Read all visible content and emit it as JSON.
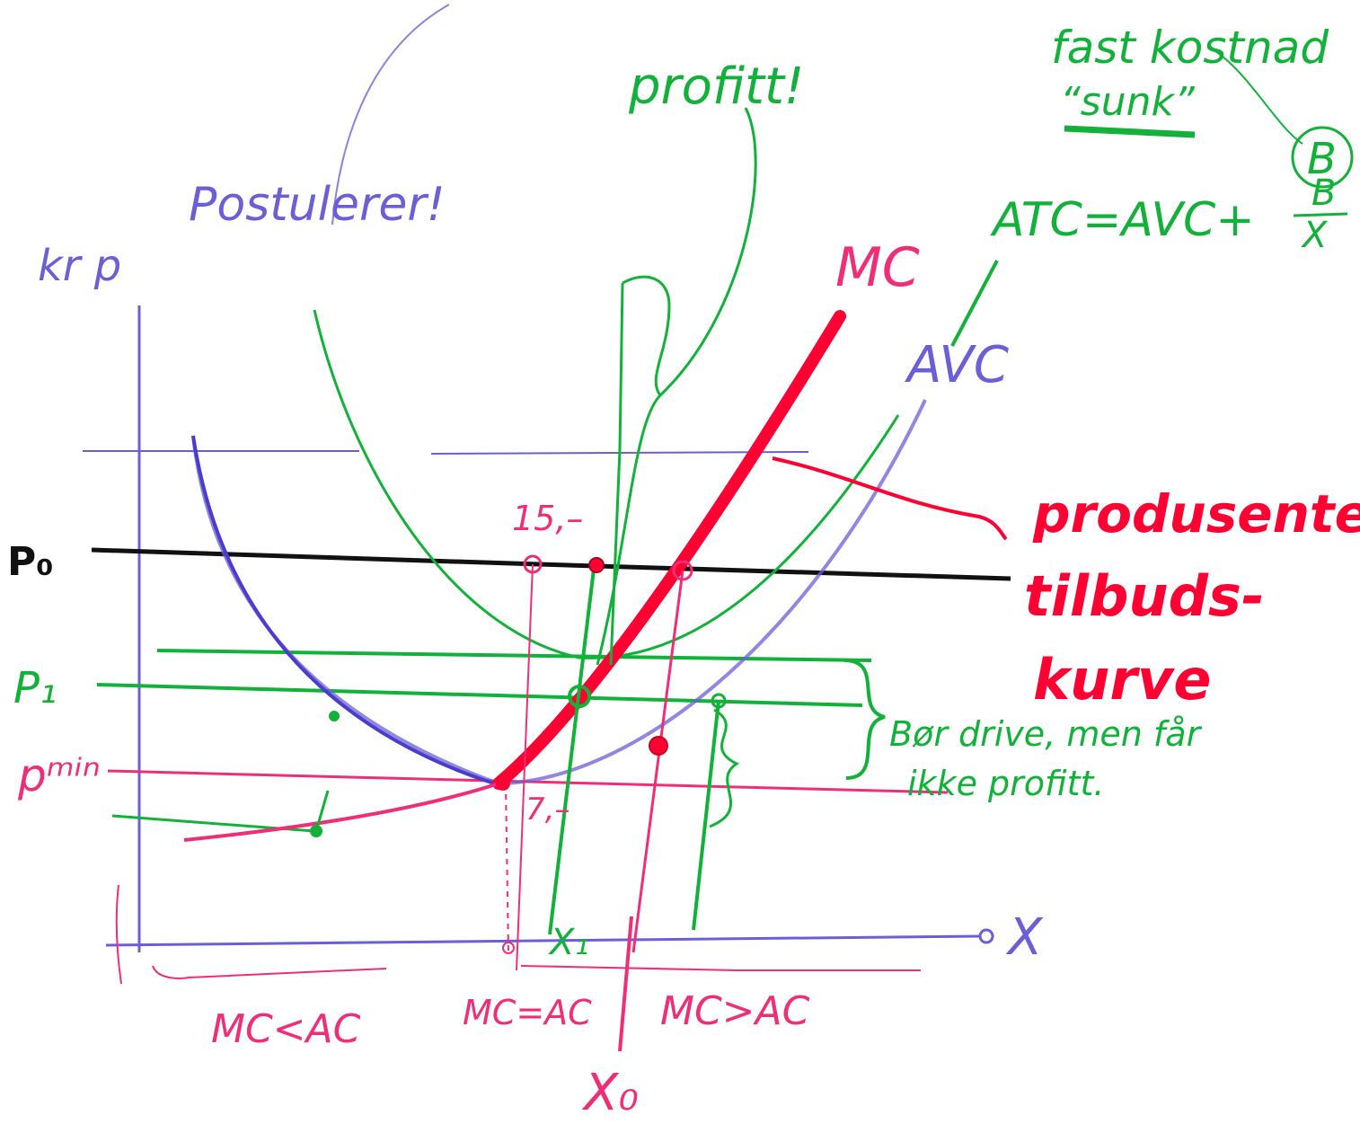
{
  "annotations": {
    "postulerer": "Postulerer!",
    "profitt": "profitt!",
    "fast_kostnad": "fast kostnad",
    "sunk": "“sunk”",
    "b_circle": "B",
    "atc_formula_left": "ATC=AVC+",
    "atc_numerator": "B",
    "atc_denominator": "X",
    "producer_supply_line1": "produsentens",
    "producer_supply_line2": "tilbuds-",
    "producer_supply_line3": "kurve",
    "bor_drive_line1": "Bør drive, men får",
    "bor_drive_line2": "ikke profitt."
  },
  "axes": {
    "y_label": "kr p",
    "x_label": "X"
  },
  "curves": {
    "mc": "MC",
    "avc": "AVC"
  },
  "prices": {
    "p0": "P₀",
    "p1": "P₁",
    "pmin": "pᵐⁱⁿ"
  },
  "small_labels": {
    "fifteen": "15,–",
    "seven": "7,–",
    "x1": "X₁",
    "x0": "X₀"
  },
  "regions": {
    "left": "MC<AC",
    "middle": "MC=AC",
    "right": "MC>AC"
  },
  "colors": {
    "blue": "#6a5fd6",
    "green": "#12b23a",
    "red": "#ff0033",
    "pink": "#ee2f78",
    "black": "#111111"
  }
}
